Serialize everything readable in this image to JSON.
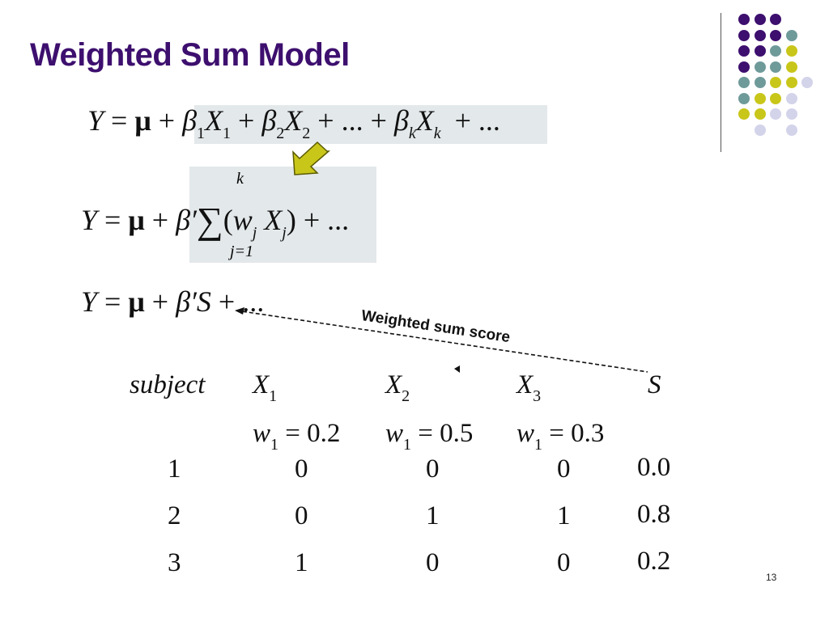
{
  "title": "Weighted Sum Model",
  "page_number": "13",
  "annotation": "Weighted sum score",
  "colors": {
    "title": "#3d0f6e",
    "purple": "#3d0f6e",
    "teal": "#6f9a9a",
    "yellow": "#c9c61a",
    "lavender": "#d3d3ea",
    "highlight": "#e3e8ea",
    "arrow": "#c9c61a"
  },
  "equations": {
    "eq1": {
      "Y": "Y",
      "eq": "=",
      "mu": "μ",
      "plus": "+",
      "b1": "β",
      "s1": "1",
      "X1": "X",
      "sx1": "1",
      "b2": "β",
      "s2": "2",
      "X2": "X",
      "sx2": "2",
      "dots": "+ ... +",
      "bk": "β",
      "sk": "k",
      "Xk": "X",
      "sxk": "k",
      "tail": "+ ..."
    },
    "eq2": {
      "Y": "Y",
      "eq": "=",
      "mu": "μ",
      "plus": "+",
      "bp": "β′",
      "sum": "∑",
      "upper": "k",
      "lower": "j=1",
      "open": "(",
      "w": "w",
      "sj": "j",
      "X": "X",
      "sxj": "j",
      "close": ")",
      "tail": "+ ..."
    },
    "eq3": {
      "Y": "Y",
      "eq": "=",
      "mu": "μ",
      "plus": "+",
      "bp": "β′",
      "S": "S",
      "tail": "+ ..."
    }
  },
  "table": {
    "headers": [
      {
        "label": "subject",
        "sub": ""
      },
      {
        "label": "X",
        "sub": "1"
      },
      {
        "label": "X",
        "sub": "2"
      },
      {
        "label": "X",
        "sub": "3"
      },
      {
        "label": "S",
        "sub": ""
      }
    ],
    "weights": [
      {
        "w": "w",
        "sub": "1",
        "rest": "= 0.2"
      },
      {
        "w": "w",
        "sub": "1",
        "rest": "= 0.5"
      },
      {
        "w": "w",
        "sub": "1",
        "rest": "= 0.3"
      }
    ],
    "rows": [
      [
        "1",
        "0",
        "0",
        "0",
        "0.0"
      ],
      [
        "2",
        "0",
        "1",
        "1",
        "0.8"
      ],
      [
        "3",
        "1",
        "0",
        "0",
        "0.2"
      ]
    ]
  }
}
